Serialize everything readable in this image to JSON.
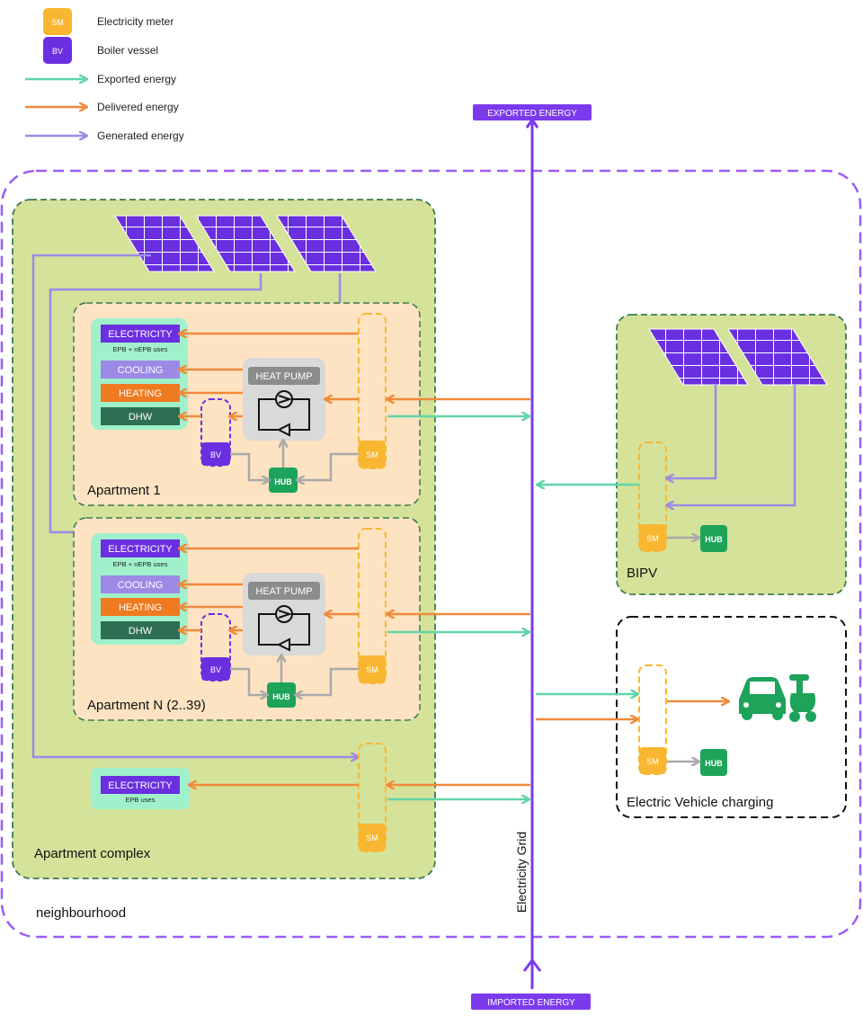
{
  "legend": [
    {
      "abbr": "SM",
      "label": "Electricity meter"
    },
    {
      "abbr": "BV",
      "label": "Boiler vessel"
    },
    {
      "label": "Exported energy"
    },
    {
      "label": "Delivered energy"
    },
    {
      "label": "Generated energy"
    }
  ],
  "grid": {
    "exported_label": "EXPORTED ENERGY",
    "imported_label": "IMPORTED ENERGY",
    "line_label": "Electricity Grid"
  },
  "apt1": {
    "title": "Apartment 1",
    "electricity": "ELECTRICITY",
    "electricity_sub": "EPB + nEPB uses",
    "cooling": "COOLING",
    "heating": "HEATING",
    "dhw": "DHW",
    "heat_pump": "HEAT PUMP",
    "bv": "BV",
    "sm": "SM",
    "hub": "HUB"
  },
  "aptn": {
    "title": "Apartment N (2..39)",
    "electricity": "ELECTRICITY",
    "electricity_sub": "EPB + nEPB uses",
    "cooling": "COOLING",
    "heating": "HEATING",
    "dhw": "DHW",
    "heat_pump": "HEAT PUMP",
    "bv": "BV",
    "sm": "SM",
    "hub": "HUB"
  },
  "complex": {
    "title": "Apartment complex",
    "electricity": "ELECTRICITY",
    "electricity_sub": "EPB uses",
    "sm": "SM"
  },
  "bipv": {
    "title": "BIPV",
    "sm": "SM",
    "hub": "HUB"
  },
  "ev": {
    "title": "Electric Vehicle charging",
    "sm": "SM",
    "hub": "HUB"
  },
  "neighbourhood": {
    "title": "neighbourhood"
  },
  "colors": {
    "exported": "#5fd6a6",
    "delivered": "#f08a3c",
    "generated": "#9c8ae6",
    "grid": "#7c3aed",
    "meter": "#f9b731",
    "complex_bg": "#d5e29a",
    "apartment_bg": "#fde3c2"
  }
}
